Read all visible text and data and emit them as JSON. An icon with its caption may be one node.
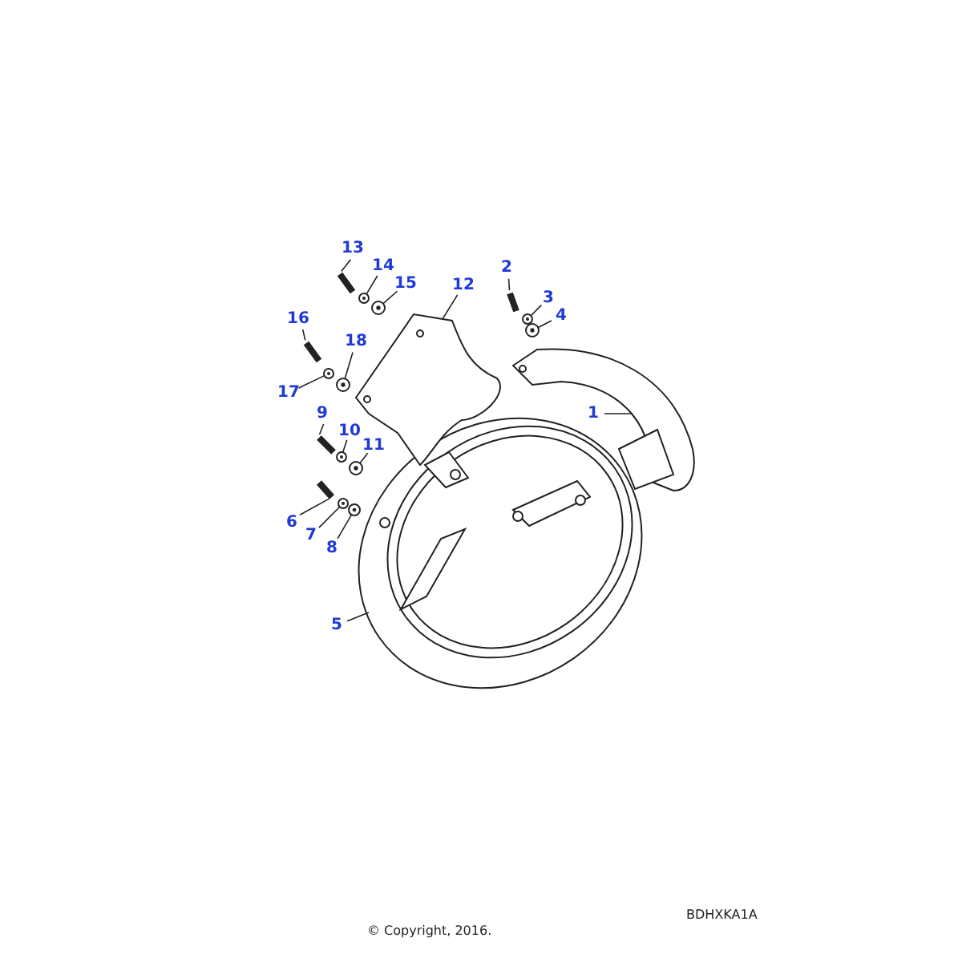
{
  "diagram": {
    "nodes": [
      {
        "text": [
          "1"
        ]
      },
      {
        "text": [
          "2"
        ]
      },
      {
        "text": [
          "3"
        ]
      },
      {
        "text": [
          "4"
        ]
      },
      {
        "text": [
          "5"
        ]
      },
      {
        "text": [
          "6"
        ]
      },
      {
        "text": [
          "7"
        ]
      },
      {
        "text": [
          "8"
        ]
      },
      {
        "text": [
          "9"
        ]
      },
      {
        "text": [
          "10"
        ]
      },
      {
        "text": [
          "11"
        ]
      },
      {
        "text": [
          "12"
        ]
      },
      {
        "text": [
          "13"
        ]
      },
      {
        "text": [
          "14"
        ]
      },
      {
        "text": [
          "15"
        ]
      },
      {
        "text": [
          "16"
        ]
      },
      {
        "text": [
          "17"
        ]
      },
      {
        "text": [
          "18"
        ]
      },
      {
        "text": [],
        "shape": "picture"
      },
      {
        "text": [],
        "shape": "picture"
      },
      {
        "text": [],
        "shape": "picture"
      },
      {
        "text": [],
        "shape": "picture"
      },
      {
        "text": [],
        "shape": "picture"
      },
      {
        "text": [],
        "shape": "picture"
      },
      {
        "text": [],
        "shape": "picture"
      },
      {
        "text": [],
        "shape": "picture"
      },
      {
        "text": [],
        "shape": "picture"
      },
      {
        "text": [],
        "shape": "picture"
      },
      {
        "text": [],
        "shape": "picture"
      },
      {
        "text": [],
        "shape": "picture"
      },
      {
        "text": [],
        "shape": "picture"
      },
      {
        "text": [],
        "shape": "picture"
      },
      {
        "text": [],
        "shape": "picture"
      },
      {
        "text": [],
        "shape": "picture"
      },
      {
        "text": [],
        "shape": "picture"
      },
      {
        "text": [],
        "shape": "picture"
      }
    ],
    "edges": [
      {
        "from": 0,
        "to": 18,
        "arrow": "none"
      },
      {
        "from": 1,
        "to": 19,
        "arrow": "none"
      },
      {
        "from": 2,
        "to": 20,
        "arrow": "none"
      },
      {
        "from": 3,
        "to": 21,
        "arrow": "none"
      },
      {
        "from": 4,
        "to": 22,
        "arrow": "none"
      },
      {
        "from": 5,
        "to": 23,
        "arrow": "none"
      },
      {
        "from": 6,
        "to": 24,
        "arrow": "none"
      },
      {
        "from": 7,
        "to": 25,
        "arrow": "none"
      },
      {
        "from": 8,
        "to": 26,
        "arrow": "none"
      },
      {
        "from": 9,
        "to": 27,
        "arrow": "none"
      },
      {
        "from": 10,
        "to": 28,
        "arrow": "none"
      },
      {
        "from": 11,
        "to": 29,
        "arrow": "none"
      },
      {
        "from": 12,
        "to": 30,
        "arrow": "none"
      },
      {
        "from": 13,
        "to": 31,
        "arrow": "none"
      },
      {
        "from": 14,
        "to": 32,
        "arrow": "none"
      },
      {
        "from": 15,
        "to": 33,
        "arrow": "none"
      },
      {
        "from": 16,
        "to": 34,
        "arrow": "none"
      },
      {
        "from": 17,
        "to": 35,
        "arrow": "none"
      }
    ],
    "labels": [
      "BDHXKA1A",
      "© Copyright, 2016."
    ]
  }
}
